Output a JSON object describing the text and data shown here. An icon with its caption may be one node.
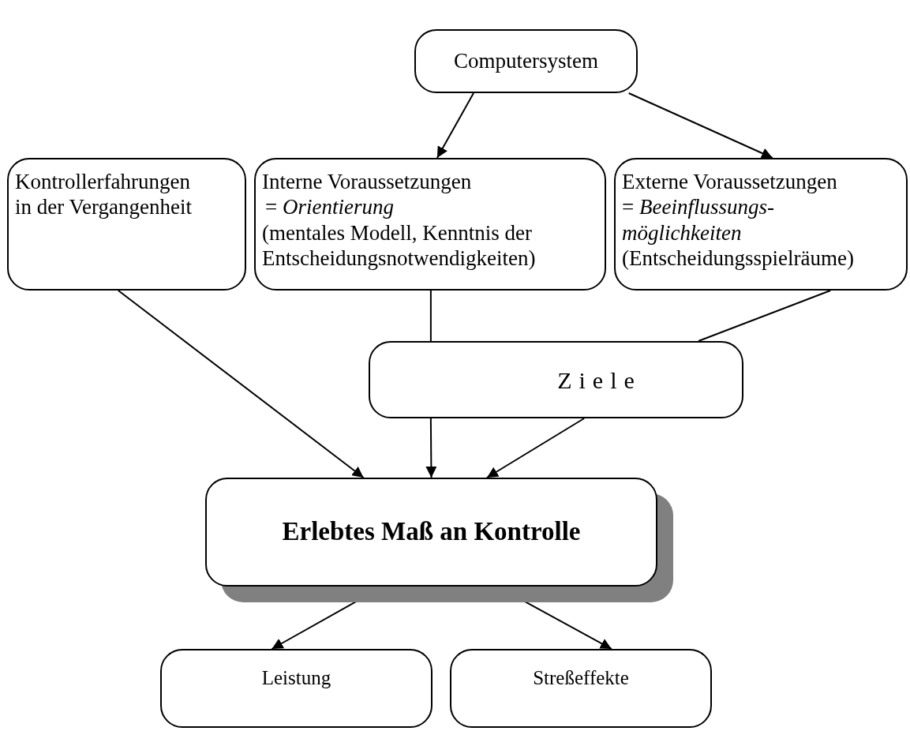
{
  "diagram": {
    "nodes": [
      {
        "text": [
          "Computersystem"
        ]
      },
      {
        "text": [
          "Kontrollerfahrungen in der Vergangenheit"
        ]
      },
      {
        "text": [
          "Interne Voraussetzungen",
          "= *Orientierung*",
          "(mentales Modell, Kenntnis der Entscheidungsnotwendigkeiten)"
        ]
      },
      {
        "text": [
          "Externe Voraussetzungen",
          "= *Beeinflussungs- möglichkeiten*",
          "(Entscheidungsspielräume)"
        ]
      },
      {
        "text": [
          "Ziele"
        ]
      },
      {
        "text": [
          "Erlebtes Maß an Kontrolle"
        ]
      },
      {
        "text": [
          "Leistung"
        ]
      },
      {
        "text": [
          "Streßeffekte"
        ]
      }
    ],
    "edges": [
      {
        "from": 0,
        "to": 2,
        "arrow": "to"
      },
      {
        "from": 0,
        "to": 3,
        "arrow": "to"
      },
      {
        "from": 1,
        "to": 5,
        "arrow": "to"
      },
      {
        "from": 2,
        "to": 4,
        "arrow": "none"
      },
      {
        "from": 3,
        "to": 4,
        "arrow": "none"
      },
      {
        "from": 4,
        "to": 5,
        "arrow": "to"
      },
      {
        "from": 4,
        "to": 5,
        "arrow": "to"
      },
      {
        "from": 5,
        "to": 6,
        "arrow": "to"
      },
      {
        "from": 5,
        "to": 7,
        "arrow": "to"
      }
    ]
  }
}
